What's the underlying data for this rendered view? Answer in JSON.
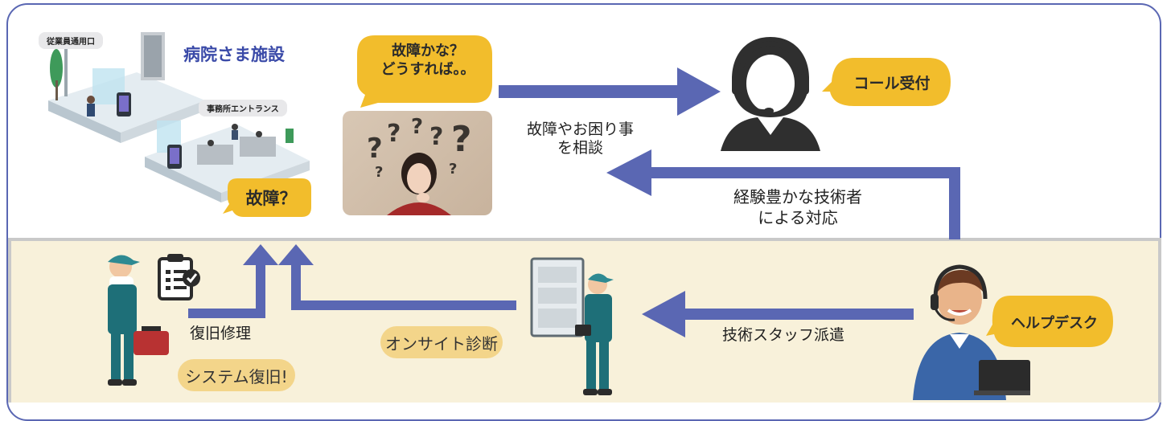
{
  "facility": {
    "title": "病院さま施設",
    "entrance_staff": "従業員通用口",
    "entrance_office": "事務所エントランス",
    "fault_bubble": "故障？"
  },
  "user": {
    "speech": "故障かな？\nどうすれば。。",
    "consult_label": "故障やお困り事\nを相談"
  },
  "call_center": {
    "bubble": "コール受付",
    "response_label": "経験豊かな技術者\nによる対応"
  },
  "helpdesk": {
    "bubble": "ヘルプデスク",
    "dispatch_label": "技術スタッフ派遣"
  },
  "field": {
    "onsite_pill": "オンサイト診断",
    "repair_label": "復旧修理",
    "system_pill": "システム復旧!"
  },
  "colors": {
    "arrow": "#5a67b3",
    "bubble": "#f2bd2c",
    "pill": "#f3d58a",
    "band": "#f8f1da"
  }
}
